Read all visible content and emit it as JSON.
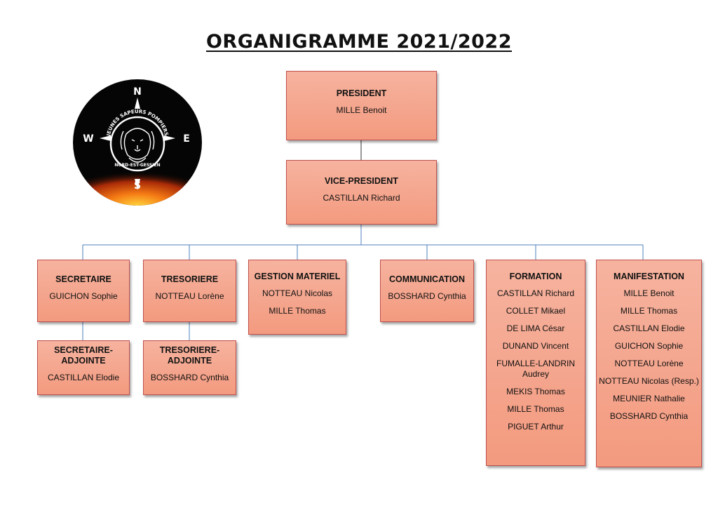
{
  "title": "ORGANIGRAMME 2021/2022",
  "logo": {
    "ring_text": "JEUNES SAPEURS POMPIERS",
    "sub_text": "NORD-EST-GESSIEN",
    "compass": {
      "n": "N",
      "s": "S",
      "e": "E",
      "w": "W"
    }
  },
  "boxes": {
    "president": {
      "title": "PRESIDENT",
      "members": [
        "MILLE Benoit"
      ]
    },
    "vice": {
      "title": "VICE-PRESIDENT",
      "members": [
        "CASTILLAN Richard"
      ]
    },
    "secretaire": {
      "title": "SECRETAIRE",
      "members": [
        "GUICHON Sophie"
      ]
    },
    "tresoriere": {
      "title": "TRESORIERE",
      "members": [
        "NOTTEAU Lorène"
      ]
    },
    "materiel": {
      "title": "GESTION MATERIEL",
      "members": [
        "NOTTEAU Nicolas",
        "MILLE Thomas"
      ]
    },
    "communication": {
      "title": "COMMUNICATION",
      "members": [
        "BOSSHARD Cynthia"
      ]
    },
    "formation": {
      "title": "FORMATION",
      "members": [
        "CASTILLAN Richard",
        "COLLET Mikael",
        "DE LIMA César",
        "DUNAND Vincent",
        "FUMALLE-LANDRIN Audrey",
        "MEKIS Thomas",
        "MILLE Thomas",
        "PIGUET Arthur"
      ]
    },
    "manifestation": {
      "title": "MANIFESTATION",
      "members": [
        "MILLE Benoit",
        "MILLE Thomas",
        "CASTILLAN Elodie",
        "GUICHON Sophie",
        "NOTTEAU Lorène",
        "NOTTEAU Nicolas (Resp.)",
        "MEUNIER Nathalie",
        "BOSSHARD Cynthia"
      ]
    },
    "secretaire_adj": {
      "title": "SECRETAIRE-ADJOINTE",
      "members": [
        "CASTILLAN Elodie"
      ]
    },
    "tresoriere_adj": {
      "title": "TRESORIERE-ADJOINTE",
      "members": [
        "BOSSHARD Cynthia"
      ]
    }
  },
  "colors": {
    "box_fill": "#f4a68d",
    "box_border": "#c0504d",
    "connector": "#4f81bd"
  }
}
